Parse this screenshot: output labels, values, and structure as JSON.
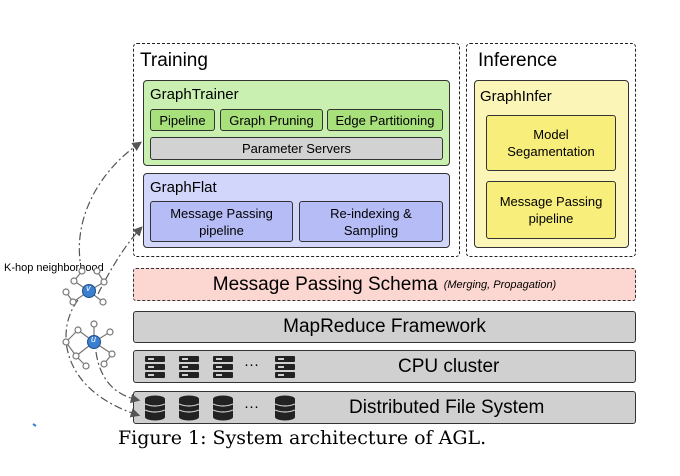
{
  "training": {
    "title": "Training",
    "graph_trainer": {
      "title": "GraphTrainer",
      "pipeline": "Pipeline",
      "graph_pruning": "Graph Pruning",
      "edge_partitioning": "Edge Partitioning",
      "parameter_servers": "Parameter Servers"
    },
    "graph_flat": {
      "title": "GraphFlat",
      "message_passing_line1": "Message Passing",
      "message_passing_line2": "pipeline",
      "reindexing_line1": "Re-indexing &",
      "reindexing_line2": "Sampling"
    }
  },
  "inference": {
    "title": "Inference",
    "graph_infer": {
      "title": "GraphInfer",
      "model_seg_line1": "Model",
      "model_seg_line2": "Segamentation",
      "mp_line1": "Message Passing",
      "mp_line2": "pipeline"
    }
  },
  "khop_label": "K-hop neighborhood",
  "node_v_label": "v",
  "node_u_label": "u",
  "schema": {
    "title": "Message Passing Schema",
    "subtitle": "(Merging, Propagation)"
  },
  "mapreduce": "MapReduce Framework",
  "cpu_cluster": {
    "label": "CPU cluster",
    "ellipsis": "···"
  },
  "dfs": {
    "label": "Distributed File System",
    "ellipsis": "···"
  },
  "caption": "Figure 1: System architecture of AGL.",
  "colors": {
    "green_box": "#c9f0b0",
    "green_pill": "#a8e07c",
    "blue_box": "#d2d6fb",
    "blue_pill": "#b6bcf5",
    "yellow_box": "#fbf5b8",
    "yellow_pill": "#f8ee7c",
    "schema": "#fcd6d0",
    "layer": "#d0d0d0",
    "node": "#3b7fd0"
  }
}
